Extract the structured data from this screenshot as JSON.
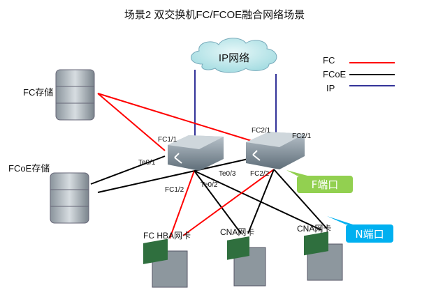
{
  "title": "场景2   双交换机FC/FCOE融合网络场景",
  "cloud_label": "IP网络",
  "legend": [
    {
      "label": "FC",
      "color": "#ff0000"
    },
    {
      "label": "FCoE",
      "color": "#000000"
    },
    {
      "label": "IP",
      "color": "#333399"
    }
  ],
  "storage": {
    "fc": "FC存储",
    "fcoe": "FCoE存储"
  },
  "ports": {
    "fc1_1": "FC1/1",
    "te0_1": "Te0/1",
    "fc1_2": "FC1/2",
    "te0_2": "Te0/2",
    "te0_3": "Te0/3",
    "fc2_1a": "FC2/1",
    "fc2_1b": "FC2/1",
    "fc2_2": "FC2/2"
  },
  "callouts": {
    "f_port": {
      "label": "F端口",
      "color": "#92d050"
    },
    "n_port": {
      "label": "N端口",
      "color": "#00b0f0"
    }
  },
  "hosts": [
    "FC HBA网卡",
    "CNA网卡",
    "CNA网卡"
  ]
}
